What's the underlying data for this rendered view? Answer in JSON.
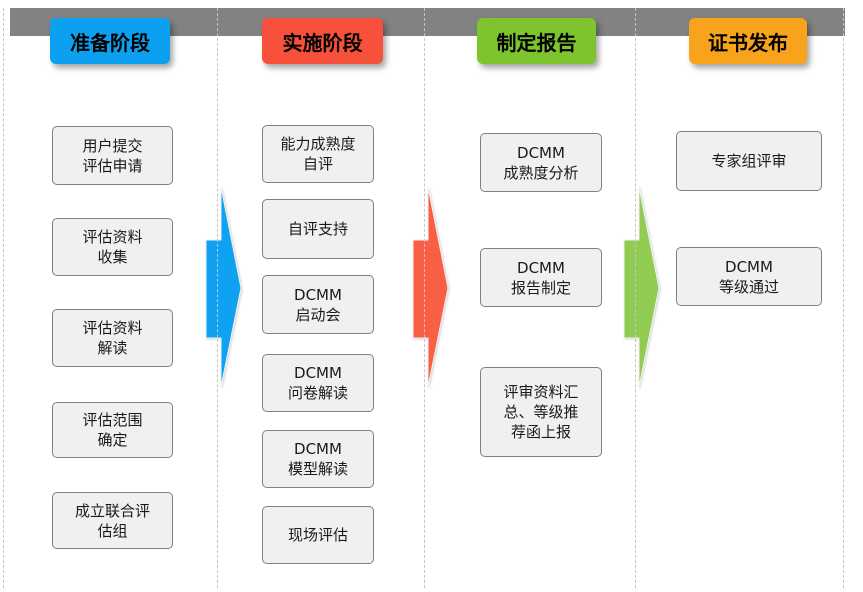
{
  "stages": [
    {
      "label": "准备阶段",
      "color": "#0BA1F0",
      "steps": [
        "用户提交\n评估申请",
        "评估资料\n收集",
        "评估资料\n解读",
        "评估范围\n确定",
        "成立联合评\n估组"
      ]
    },
    {
      "label": "实施阶段",
      "color": "#F8513B",
      "steps": [
        "能力成熟度\n自评",
        "自评支持",
        "DCMM\n启动会",
        "DCMM\n问卷解读",
        "DCMM\n模型解读",
        "现场评估"
      ]
    },
    {
      "label": "制定报告",
      "color": "#7DC42E",
      "steps": [
        "DCMM\n成熟度分析",
        "DCMM\n报告制定",
        "评审资料汇\n总、等级推\n荐函上报"
      ]
    },
    {
      "label": "证书发布",
      "color": "#F7A41C",
      "steps": [
        "专家组评审",
        "DCMM\n等级通过"
      ]
    }
  ],
  "arrows": [
    {
      "name": "arrow-stage1-to-stage2",
      "color": "#0FA2F2"
    },
    {
      "name": "arrow-stage2-to-stage3",
      "color": "#F95F44"
    },
    {
      "name": "arrow-stage3-to-stage4",
      "color": "#90CC52"
    }
  ],
  "colors": {
    "top_bar": "#828282",
    "separator": "#C4C4C4",
    "step_fill": "#F0F0F0",
    "step_border": "#808080",
    "step_text": "#1A1A1A",
    "header_text": "#000000",
    "background": "#FFFFFF"
  }
}
